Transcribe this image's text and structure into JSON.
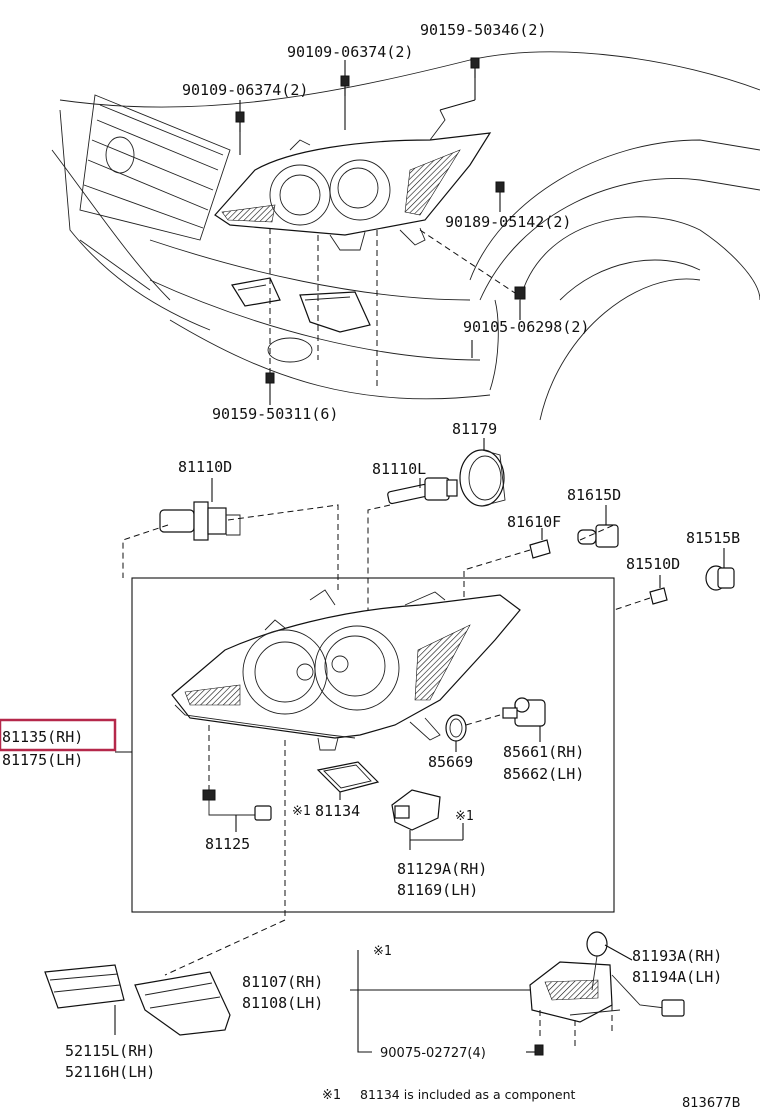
{
  "labels": {
    "bolt_top_a": "90159-50346(2)",
    "bolt_top_b": "90109-06374(2)",
    "bolt_top_c": "90109-06374(2)",
    "screw_right": "90189-05142(2)",
    "screw_right_low": "90105-06298(2)",
    "bolt_bottom": "90159-50311(6)",
    "socket_81179": "81179",
    "bulb_81110d": "81110D",
    "bulb_81110l": "81110L",
    "bulb_81615d": "81615D",
    "lens_81610f": "81610F",
    "socket_81515b": "81515B",
    "bulb_81510d": "81510D",
    "assy_rh": "81135(RH)",
    "assy_lh": "81175(LH)",
    "gasket_85669": "85669",
    "motor_rh": "85661(RH)",
    "motor_lh": "85662(LH)",
    "cover_81134": "81134",
    "cover_mark": "※1",
    "actuator_mark": "※1",
    "sensor_81125": "81125",
    "actuator_rh": "81129A(RH)",
    "actuator_lh": "81169(LH)",
    "ballast_rh": "81107(RH)",
    "ballast_lh": "81108(LH)",
    "ballast_mark": "※1",
    "ignitor_rh": "81193A(RH)",
    "ignitor_lh": "81194A(LH)",
    "bracket_rh": "52115L(RH)",
    "bracket_lh": "52116H(LH)",
    "screw_bottom": "90075-02727(4)",
    "footnote_mark": "※1",
    "footnote_text": "81134 is included as a component",
    "figure_code": "813677B"
  },
  "colors": {
    "highlight": "#b5284a",
    "ink": "#111111"
  }
}
